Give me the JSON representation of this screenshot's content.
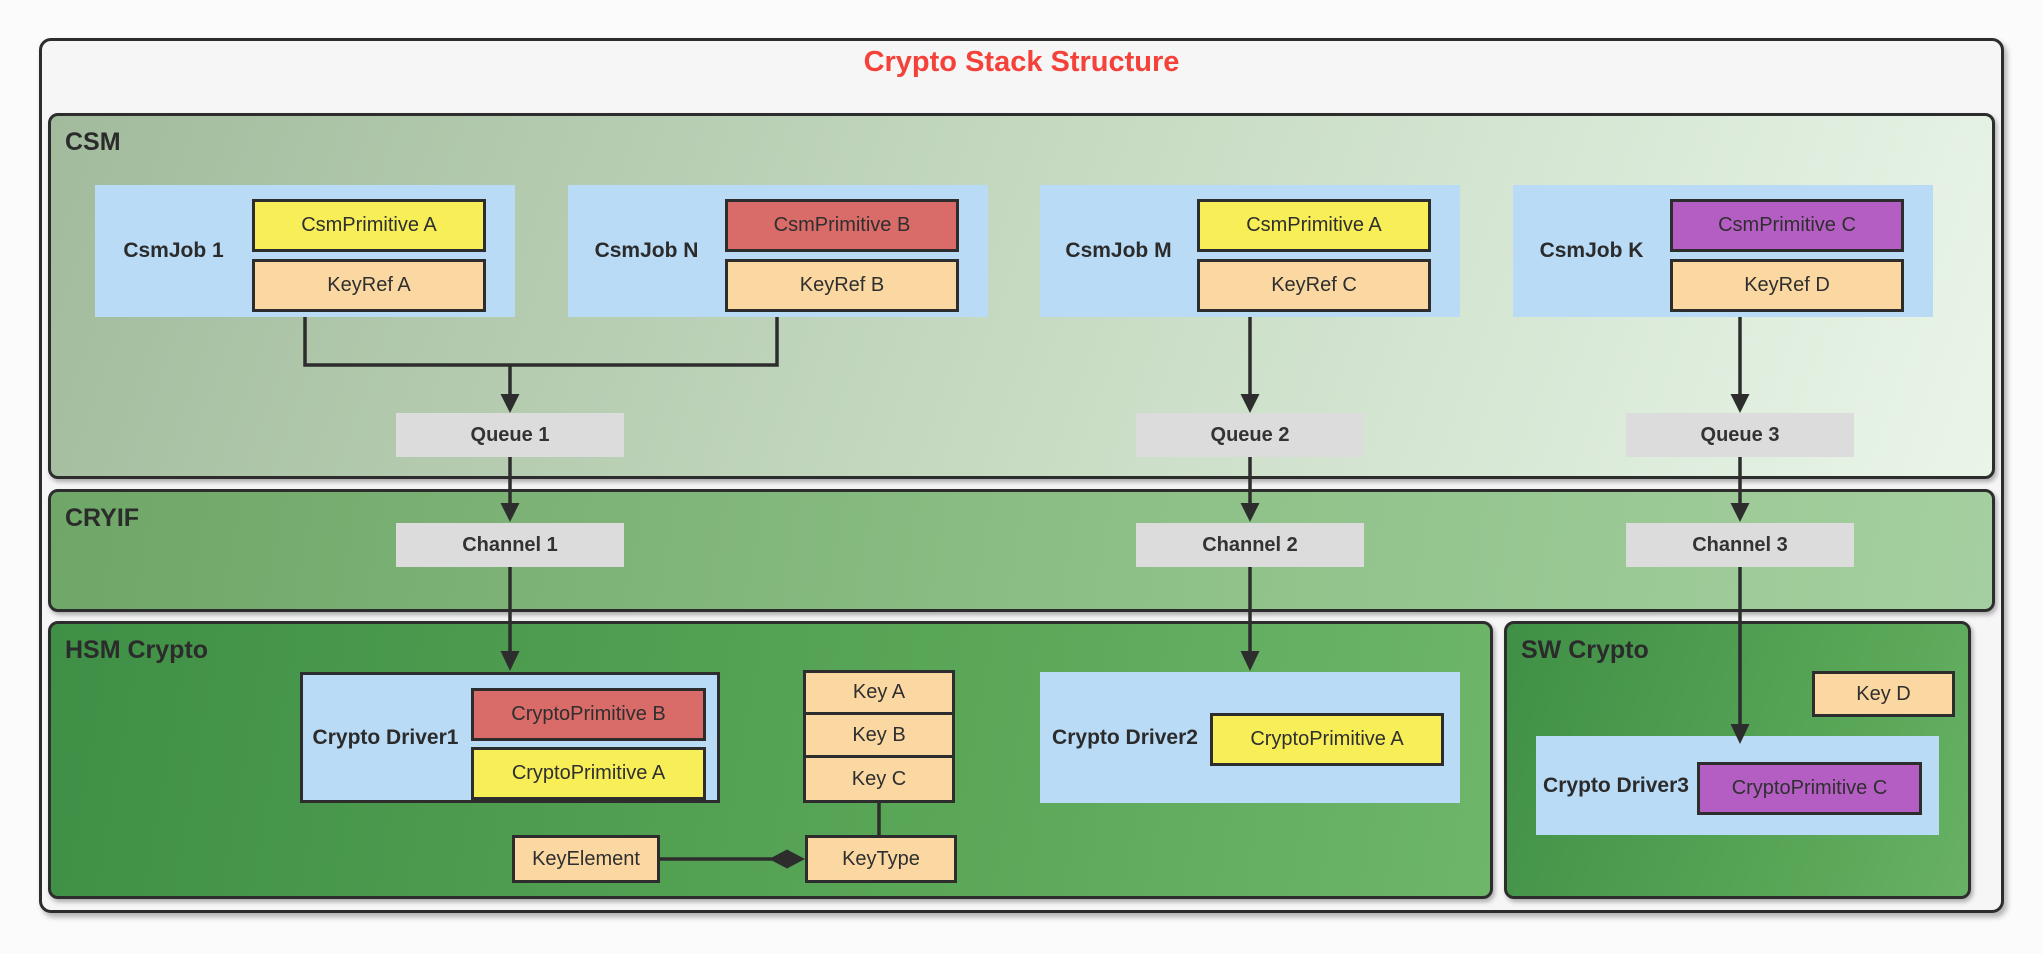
{
  "title": "Crypto Stack Structure",
  "layers": {
    "csm": "CSM",
    "cryif": "CRYIF",
    "hsm": "HSM Crypto",
    "sw": "SW Crypto"
  },
  "jobs": [
    {
      "label": "CsmJob 1",
      "primitive": "CsmPrimitive  A",
      "primitive_color": "#f7ee58",
      "keyref": "KeyRef A"
    },
    {
      "label": "CsmJob N",
      "primitive": "CsmPrimitive B",
      "primitive_color": "#d96b69",
      "keyref": "KeyRef B"
    },
    {
      "label": "CsmJob M",
      "primitive": "CsmPrimitive A",
      "primitive_color": "#f7ee58",
      "keyref": "KeyRef C"
    },
    {
      "label": "CsmJob K",
      "primitive": "CsmPrimitive C",
      "primitive_color": "#b45ec4",
      "keyref": "KeyRef D"
    }
  ],
  "queues": [
    {
      "label": "Queue 1"
    },
    {
      "label": "Queue 2"
    },
    {
      "label": "Queue 3"
    }
  ],
  "channels": [
    {
      "label": "Channel 1"
    },
    {
      "label": "Channel 2"
    },
    {
      "label": "Channel 3"
    }
  ],
  "hsm": {
    "driver1": {
      "label": "Crypto Driver1",
      "primitives": [
        {
          "text": "CryptoPrimitive B",
          "color": "#d96b69"
        },
        {
          "text": "CryptoPrimitive A",
          "color": "#f7ee58"
        }
      ]
    },
    "driver2": {
      "label": "Crypto Driver2",
      "primitives": [
        {
          "text": "CryptoPrimitive A",
          "color": "#f7ee58"
        }
      ]
    },
    "keys": [
      {
        "label": "Key A"
      },
      {
        "label": "Key B"
      },
      {
        "label": "Key C"
      }
    ],
    "key_element": "KeyElement",
    "key_type": "KeyType"
  },
  "sw": {
    "key_d": "Key D",
    "driver3": {
      "label": "Crypto Driver3",
      "primitives": [
        {
          "text": "CryptoPrimitive C",
          "color": "#b45ec4"
        }
      ]
    }
  },
  "colors": {
    "title": "#f4423a",
    "job_fill": "#b9dbf6",
    "keyref_fill": "#fbd8a2",
    "queue_fill": "#dcdcdc",
    "primitive_yellow": "#f7ee58",
    "primitive_red": "#d96b69",
    "primitive_purple": "#b45ec4",
    "border": "#2d2d2d"
  }
}
